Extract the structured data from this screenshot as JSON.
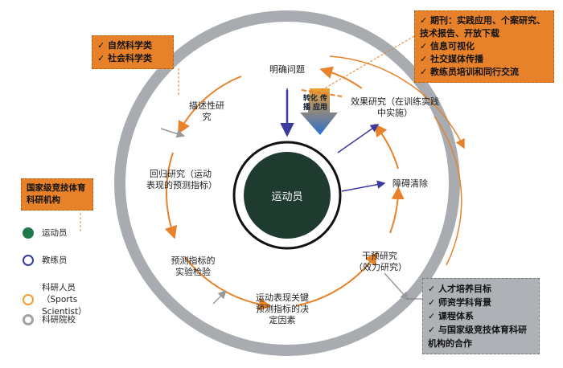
{
  "center": {
    "label": "运动员"
  },
  "top_arrow_label": "转化 传播 应用",
  "stages": [
    {
      "label": "明确问题"
    },
    {
      "label": "描述性研究"
    },
    {
      "label": "回归研究（运动表现的预测指标）"
    },
    {
      "label": "预测指标的实验检验"
    },
    {
      "label": "运动表现关键预测指标的决定因素"
    },
    {
      "label": "干预研究（效力研究）"
    },
    {
      "label": "障碍清除"
    },
    {
      "label": "效果研究（在训练实践中实施）"
    }
  ],
  "science_box": {
    "items": [
      "✓ 自然科学类",
      "✓ 社会科学类"
    ]
  },
  "dissemination_box": {
    "items": [
      "✓ 期刊：实践应用、个案研究、技术报告、开放下载",
      "✓ 信息可视化",
      "✓ 社交媒体传播",
      "✓ 教练员培训和同行交流"
    ]
  },
  "university_box": {
    "items": [
      "✓ 人才培养目标",
      "✓ 师资学科背景",
      "✓ 课程体系",
      "✓ 与国家级竞技体育科研机构的合作"
    ]
  },
  "legend": {
    "title": "国家级竞技体育科研机构",
    "items": [
      {
        "label": "运动员",
        "color": "#1e7a4a"
      },
      {
        "label": "教练员",
        "color": "#3a3aa0"
      },
      {
        "label": "科研人员（Sports Scientist）",
        "color": "#f0a030"
      },
      {
        "label": "科研院校",
        "color": "#a0a4a8"
      }
    ]
  },
  "colors": {
    "orange": "#e8822a",
    "gray": "#a8acb0",
    "navy": "#3a3aa0",
    "green": "#1f3b30"
  }
}
